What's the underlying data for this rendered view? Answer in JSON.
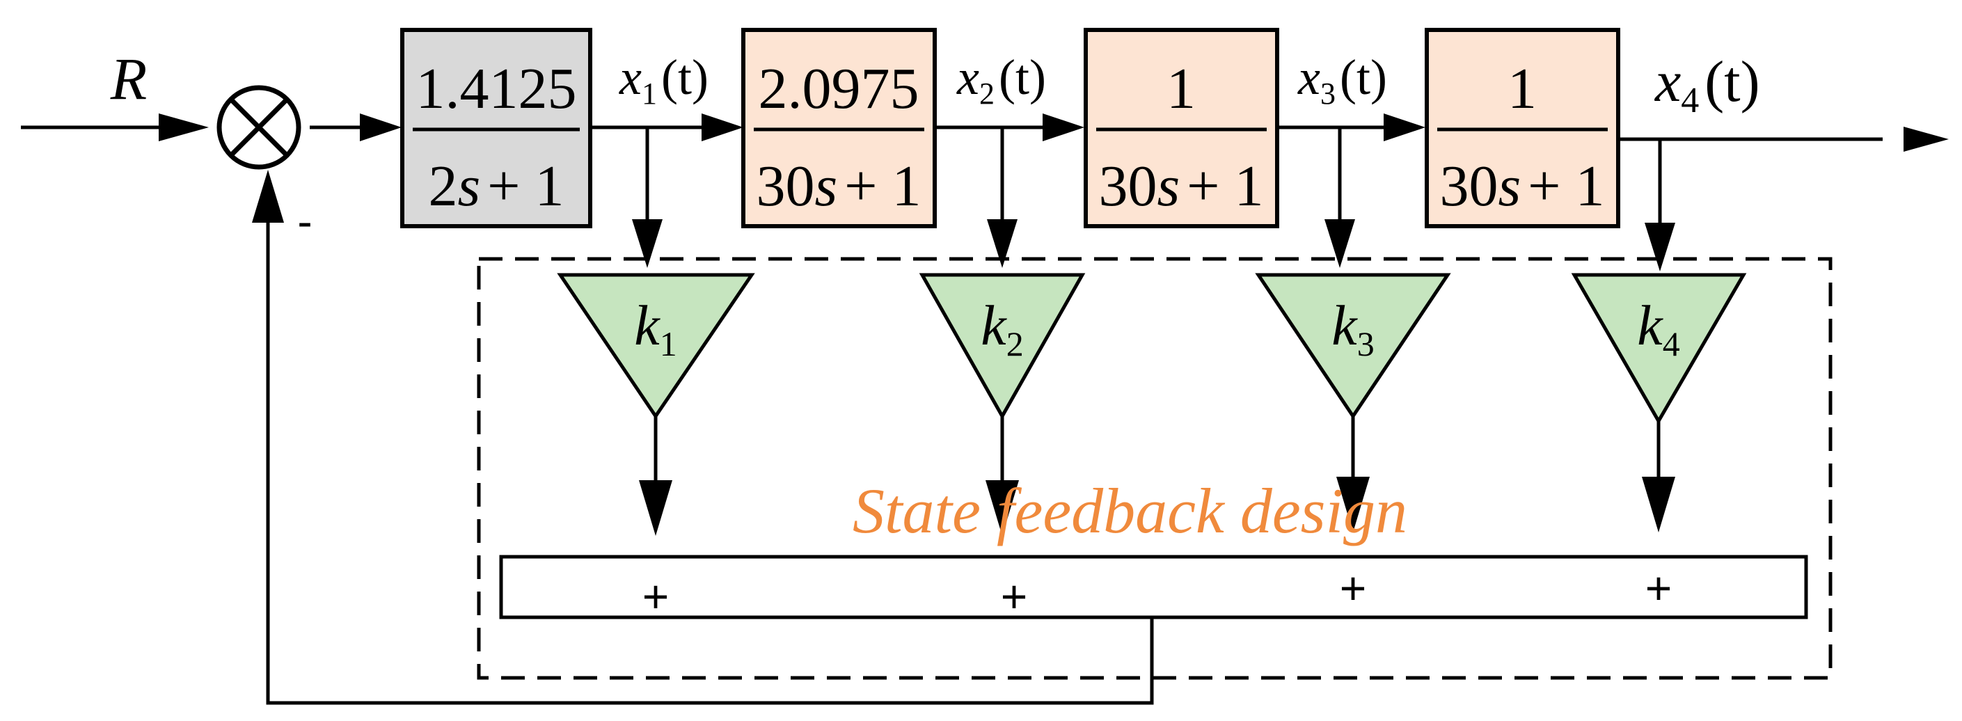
{
  "input_label": "R",
  "feedback_sign": "-",
  "summing_junction_symbol": "⊗",
  "blocks": [
    {
      "numerator": "1.4125",
      "den_coef": "2",
      "den_var": "s",
      "den_tail": "+ 1",
      "fill": "#d9d9d9"
    },
    {
      "numerator": "2.0975",
      "den_coef": "30",
      "den_var": "s",
      "den_tail": "+ 1",
      "fill": "#fde4d3"
    },
    {
      "numerator": "1",
      "den_coef": "30",
      "den_var": "s",
      "den_tail": "+ 1",
      "fill": "#fde4d3"
    },
    {
      "numerator": "1",
      "den_coef": "30",
      "den_var": "s",
      "den_tail": "+ 1",
      "fill": "#fde4d3"
    }
  ],
  "states": [
    {
      "var": "x",
      "sub": "1",
      "arg": "(t)"
    },
    {
      "var": "x",
      "sub": "2",
      "arg": "(t)"
    },
    {
      "var": "x",
      "sub": "3",
      "arg": "(t)"
    },
    {
      "var": "x",
      "sub": "4",
      "arg": "(t)"
    }
  ],
  "gains": [
    {
      "var": "k",
      "sub": "1"
    },
    {
      "var": "k",
      "sub": "2"
    },
    {
      "var": "k",
      "sub": "3"
    },
    {
      "var": "k",
      "sub": "4"
    }
  ],
  "summer_signs": [
    "+",
    "+",
    "+",
    "+"
  ],
  "design_label": "State feedback design",
  "colors": {
    "gain_fill": "#c6e5bf",
    "design_label": "#f08a3c",
    "stroke": "#000000"
  }
}
